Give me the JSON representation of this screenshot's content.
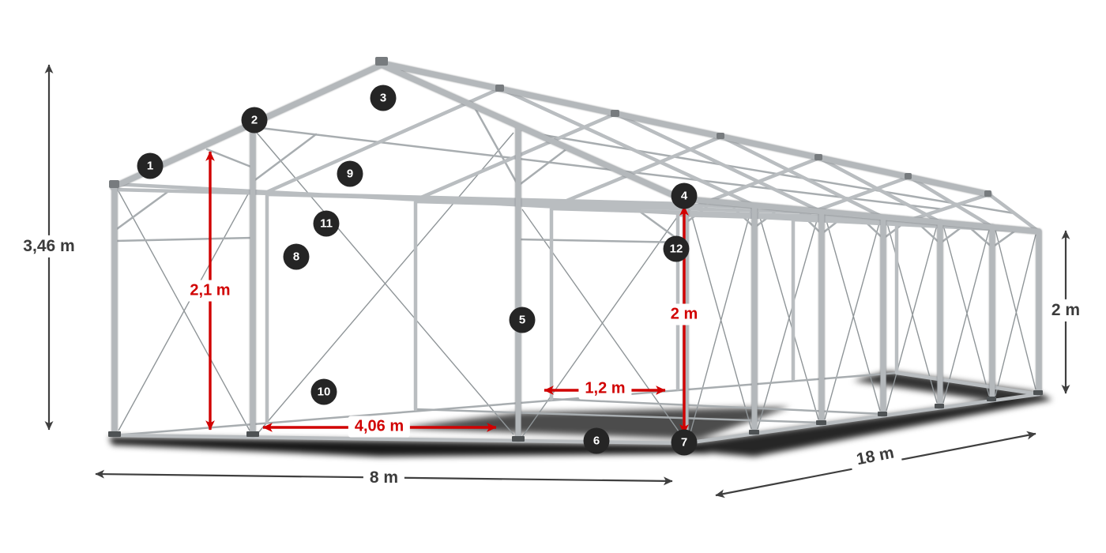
{
  "badges": [
    "1",
    "2",
    "3",
    "4",
    "5",
    "6",
    "7",
    "8",
    "9",
    "10",
    "11",
    "12"
  ],
  "dims": {
    "total_height": "3,46 m",
    "side_height_rear": "2 m",
    "width": "8 m",
    "length": "18 m",
    "entrance_height": "2,1 m",
    "entrance_width": "4,06 m",
    "side_entrance_width": "1,2 m",
    "side_height_front": "2 m"
  },
  "colors": {
    "dimension_red": "#d10000",
    "dimension_dark": "#3f3f3f",
    "frame_gray": "#b4b8bb",
    "badge_background": "#252525",
    "page_background": "#ffffff"
  }
}
